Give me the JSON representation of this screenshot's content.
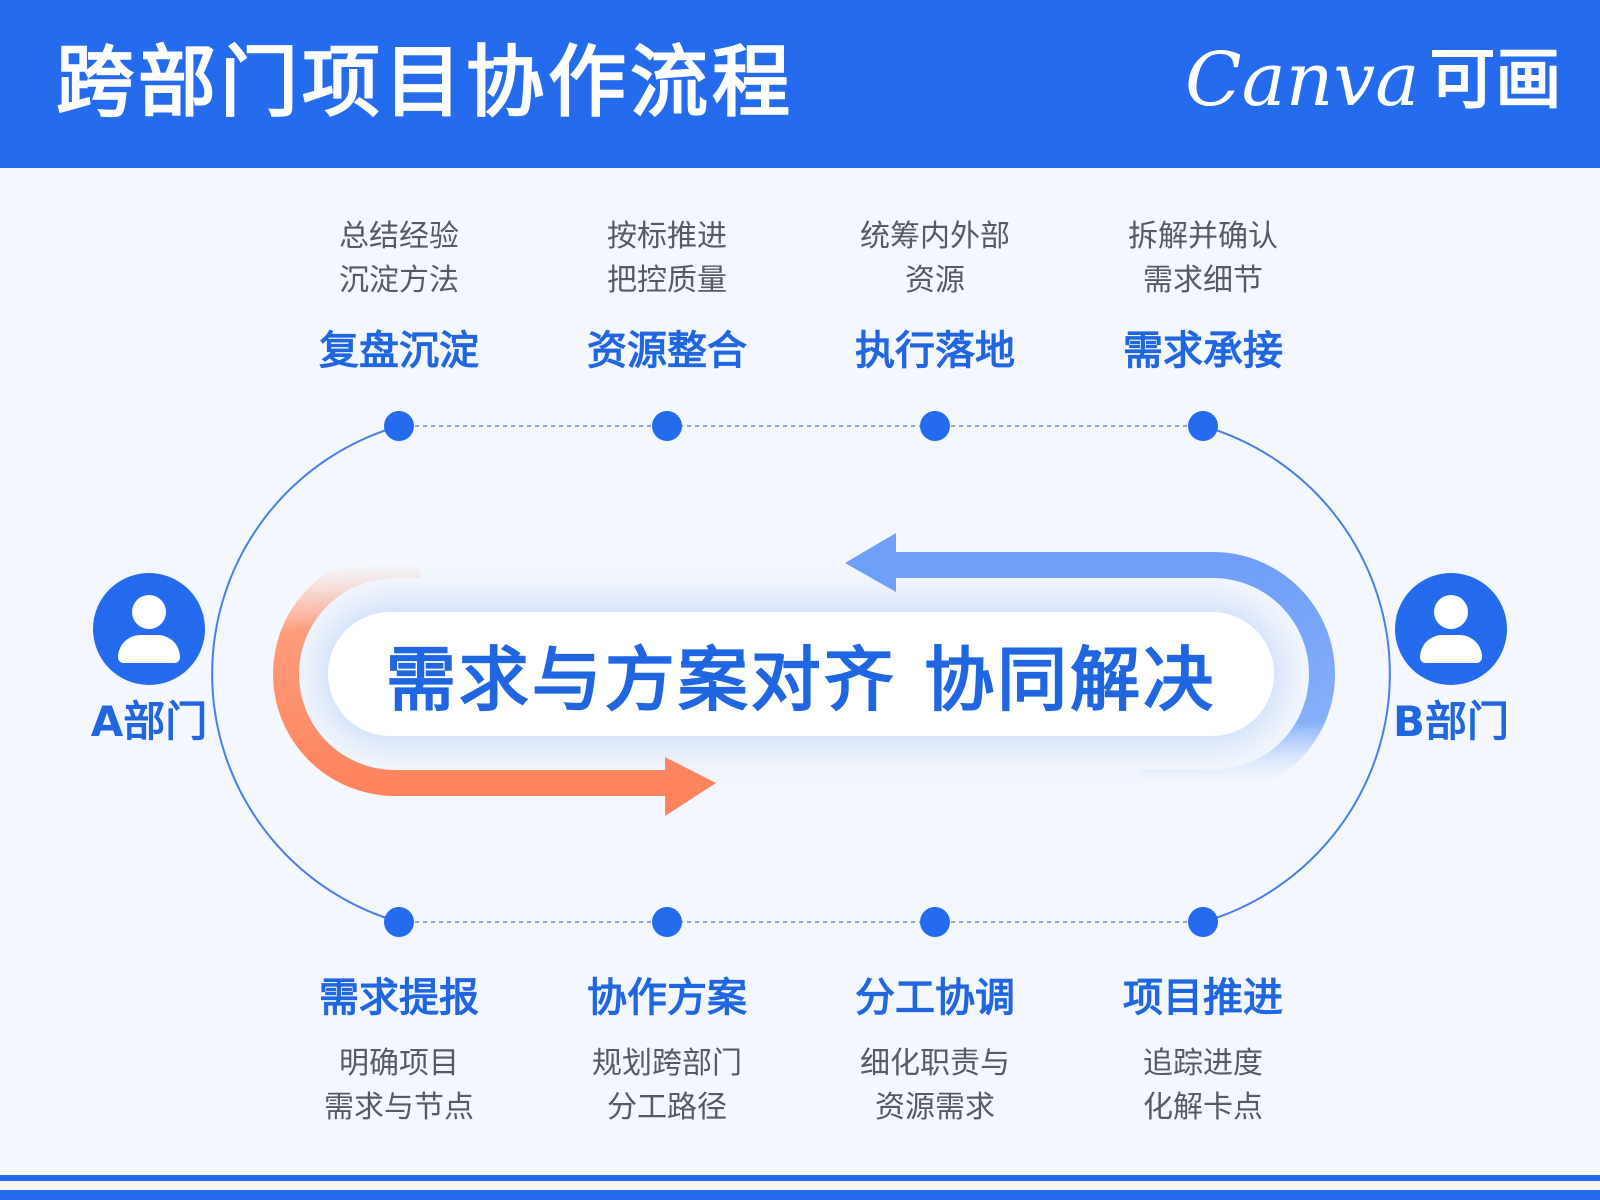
{
  "title": "跨部门项目协作流程",
  "brand": {
    "name": "Canva",
    "name_cn": "可画"
  },
  "center_text": "需求与方案对齐 协同解决",
  "departments": [
    {
      "label": "A部门",
      "icon": "person-icon"
    },
    {
      "label": "B部门",
      "icon": "person-icon"
    }
  ],
  "top_steps": [
    {
      "title": "复盘沉淀",
      "desc": [
        "总结经验",
        "沉淀方法"
      ]
    },
    {
      "title": "资源整合",
      "desc": [
        "按标推进",
        "把控质量"
      ]
    },
    {
      "title": "执行落地",
      "desc": [
        "统筹内外部",
        "资源"
      ]
    },
    {
      "title": "需求承接",
      "desc": [
        "拆解并确认",
        "需求细节"
      ]
    }
  ],
  "bottom_steps": [
    {
      "title": "需求提报",
      "desc": [
        "明确项目",
        "需求与节点"
      ]
    },
    {
      "title": "协作方案",
      "desc": [
        "规划跨部门",
        "分工路径"
      ]
    },
    {
      "title": "分工协调",
      "desc": [
        "细化职责与",
        "资源需求"
      ]
    },
    {
      "title": "项目推进",
      "desc": [
        "追踪进度",
        "化解卡点"
      ]
    }
  ],
  "colors": {
    "primary": "#256bee",
    "step_title": "#1f66e0",
    "orange_arrow": "#ff8a63",
    "blue_arrow": "#6f9ff8",
    "background": "#f4f7fd"
  }
}
